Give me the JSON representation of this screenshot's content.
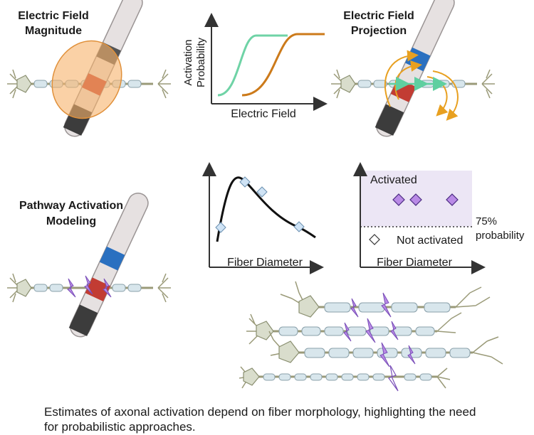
{
  "panels": {
    "magnitude": {
      "title_line1": "Electric Field",
      "title_line2": "Magnitude"
    },
    "projection": {
      "title_line1": "Electric Field",
      "title_line2": "Projection"
    },
    "pathway": {
      "title_line1": "Pathway Activation",
      "title_line2": "Modeling"
    }
  },
  "chart_data": [
    {
      "type": "line",
      "xlabel": "Electric Field",
      "ylabel_line1": "Activation",
      "ylabel_line2": "Probability",
      "series": [
        {
          "color": "#6fd3a6",
          "shape": "sigmoid"
        },
        {
          "color": "#cc7a1a",
          "shape": "sigmoid"
        }
      ]
    },
    {
      "type": "line",
      "xlabel": "Fiber Diameter",
      "series": [
        {
          "color": "#111111",
          "points": 4,
          "marker": "diamond",
          "marker_color": "#cfe3f5"
        }
      ]
    },
    {
      "type": "scatter",
      "xlabel": "Fiber Diameter",
      "activated_label": "Activated",
      "not_activated_label": "Not activated",
      "threshold_label_line1": "75%",
      "threshold_label_line2": "probability",
      "activated_points": 3,
      "not_activated_points": 1,
      "activated_color": "#b98ae6",
      "region_color": "#ece6f5"
    }
  ],
  "caption": {
    "line1": "Estimates of axonal activation depend on fiber morphology, highlighting the need",
    "line2": "for probabilistic approaches."
  },
  "colors": {
    "axon": "#d8e6ec",
    "neuron": "#d9ddcc",
    "lead": "#e6e1e1",
    "contact_dark": "#3c3c3c",
    "contact_red": "#c23c33",
    "contact_blue": "#2a70c0",
    "field_fill": "#f6b26b",
    "arrow_orange": "#e8a020",
    "lightning": "#b98ae6"
  }
}
